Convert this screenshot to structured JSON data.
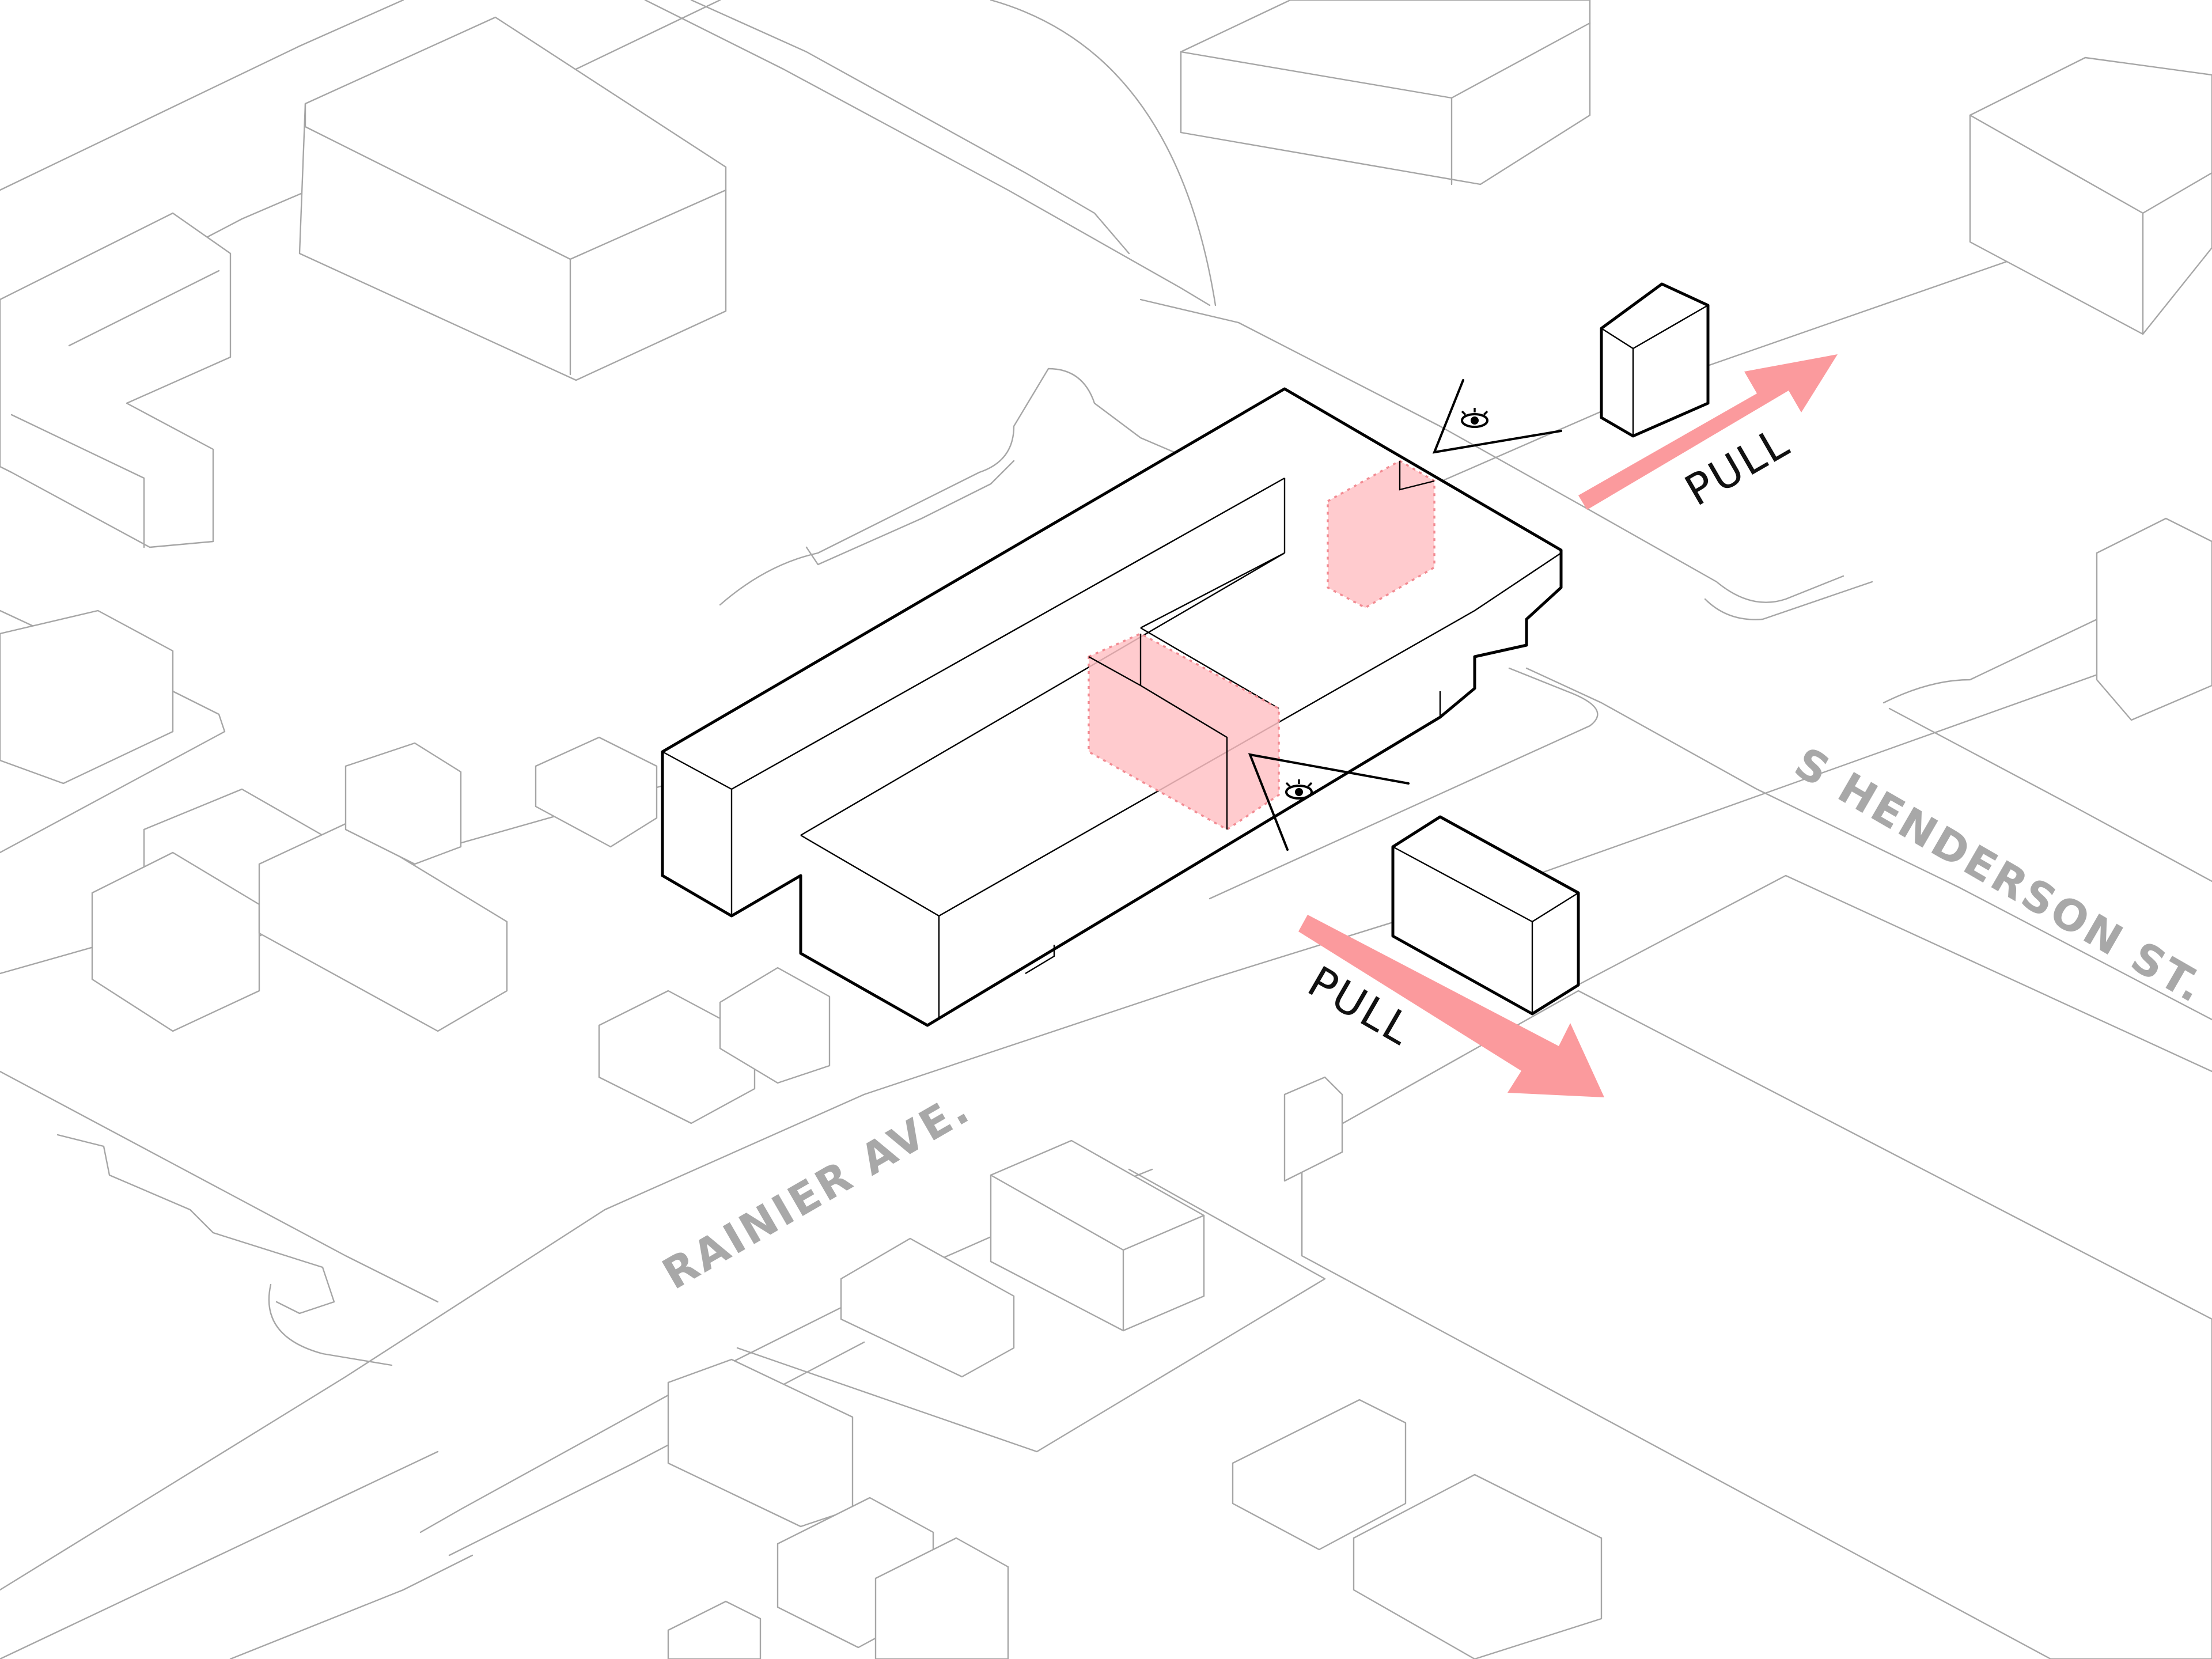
{
  "labels": {
    "street_rainier": "RAINIER AVE.",
    "street_henderson": "S HENDERSON ST.",
    "pull_north": "PULL",
    "pull_south": "PULL"
  },
  "icons": {
    "view_north": "eye-icon",
    "view_south": "eye-icon"
  },
  "colors": {
    "highlight_fill": "#ffc2c6",
    "highlight_stroke": "#f28b92",
    "arrow": "#fb9a9d",
    "context_line": "#a6a6a6",
    "building_outline": "#000000",
    "street_label": "#a8a8a8"
  }
}
